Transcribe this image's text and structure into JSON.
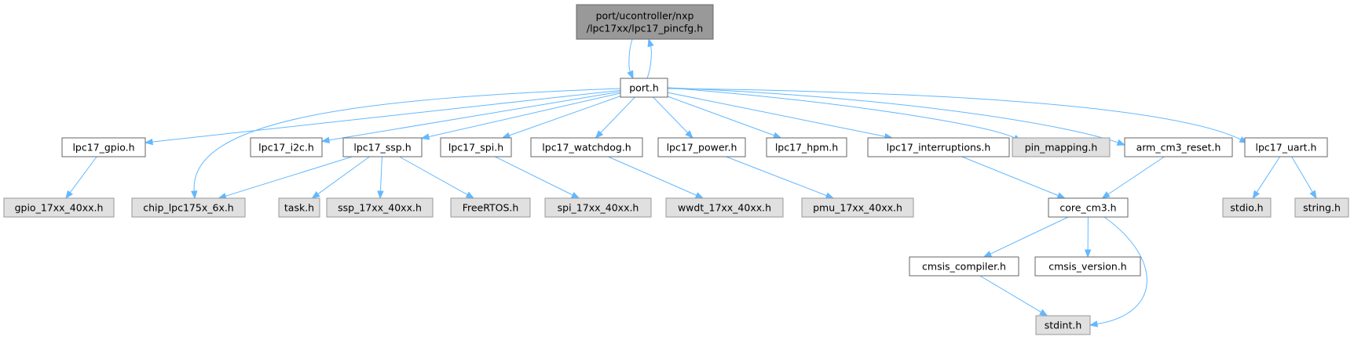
{
  "diagram": {
    "colors": {
      "focus_fill": "#999999",
      "focus_stroke": "#666666",
      "documented_fill": "#ffffff",
      "documented_stroke": "#666666",
      "external_fill": "#e0e0e0",
      "external_stroke": "#999999",
      "edge": "#63b8ff"
    },
    "nodes": [
      {
        "id": "pincfg",
        "lines": [
          "port/ucontroller/nxp",
          "/lpc17xx/lpc17_pincfg.h"
        ],
        "kind": "focus"
      },
      {
        "id": "port",
        "lines": [
          "port.h"
        ],
        "kind": "documented"
      },
      {
        "id": "gpio",
        "lines": [
          "lpc17_gpio.h"
        ],
        "kind": "documented"
      },
      {
        "id": "i2c",
        "lines": [
          "lpc17_i2c.h"
        ],
        "kind": "documented"
      },
      {
        "id": "ssp",
        "lines": [
          "lpc17_ssp.h"
        ],
        "kind": "documented"
      },
      {
        "id": "spi",
        "lines": [
          "lpc17_spi.h"
        ],
        "kind": "documented"
      },
      {
        "id": "watchdog",
        "lines": [
          "lpc17_watchdog.h"
        ],
        "kind": "documented"
      },
      {
        "id": "power",
        "lines": [
          "lpc17_power.h"
        ],
        "kind": "documented"
      },
      {
        "id": "hpm",
        "lines": [
          "lpc17_hpm.h"
        ],
        "kind": "documented"
      },
      {
        "id": "interruptions",
        "lines": [
          "lpc17_interruptions.h"
        ],
        "kind": "documented"
      },
      {
        "id": "pinmapping",
        "lines": [
          "pin_mapping.h"
        ],
        "kind": "external"
      },
      {
        "id": "armreset",
        "lines": [
          "arm_cm3_reset.h"
        ],
        "kind": "documented"
      },
      {
        "id": "uart",
        "lines": [
          "lpc17_uart.h"
        ],
        "kind": "documented"
      },
      {
        "id": "gpio17",
        "lines": [
          "gpio_17xx_40xx.h"
        ],
        "kind": "external"
      },
      {
        "id": "chip",
        "lines": [
          "chip_lpc175x_6x.h"
        ],
        "kind": "external"
      },
      {
        "id": "task",
        "lines": [
          "task.h"
        ],
        "kind": "external"
      },
      {
        "id": "ssp17",
        "lines": [
          "ssp_17xx_40xx.h"
        ],
        "kind": "external"
      },
      {
        "id": "freertos",
        "lines": [
          "FreeRTOS.h"
        ],
        "kind": "external"
      },
      {
        "id": "spi17",
        "lines": [
          "spi_17xx_40xx.h"
        ],
        "kind": "external"
      },
      {
        "id": "wwdt",
        "lines": [
          "wwdt_17xx_40xx.h"
        ],
        "kind": "external"
      },
      {
        "id": "pmu",
        "lines": [
          "pmu_17xx_40xx.h"
        ],
        "kind": "external"
      },
      {
        "id": "corecm3",
        "lines": [
          "core_cm3.h"
        ],
        "kind": "documented"
      },
      {
        "id": "stdio",
        "lines": [
          "stdio.h"
        ],
        "kind": "external"
      },
      {
        "id": "string",
        "lines": [
          "string.h"
        ],
        "kind": "external"
      },
      {
        "id": "cmsiscomp",
        "lines": [
          "cmsis_compiler.h"
        ],
        "kind": "documented"
      },
      {
        "id": "cmsisver",
        "lines": [
          "cmsis_version.h"
        ],
        "kind": "documented"
      },
      {
        "id": "stdint",
        "lines": [
          "stdint.h"
        ],
        "kind": "external"
      }
    ],
    "edges": [
      {
        "from": "pincfg",
        "to": "port"
      },
      {
        "from": "port",
        "to": "pincfg"
      },
      {
        "from": "port",
        "to": "gpio"
      },
      {
        "from": "port",
        "to": "chip"
      },
      {
        "from": "port",
        "to": "i2c"
      },
      {
        "from": "port",
        "to": "ssp"
      },
      {
        "from": "port",
        "to": "spi"
      },
      {
        "from": "port",
        "to": "watchdog"
      },
      {
        "from": "port",
        "to": "power"
      },
      {
        "from": "port",
        "to": "hpm"
      },
      {
        "from": "port",
        "to": "interruptions"
      },
      {
        "from": "port",
        "to": "pinmapping"
      },
      {
        "from": "port",
        "to": "armreset"
      },
      {
        "from": "port",
        "to": "uart"
      },
      {
        "from": "gpio",
        "to": "gpio17"
      },
      {
        "from": "ssp",
        "to": "chip"
      },
      {
        "from": "ssp",
        "to": "task"
      },
      {
        "from": "ssp",
        "to": "ssp17"
      },
      {
        "from": "ssp",
        "to": "freertos"
      },
      {
        "from": "spi",
        "to": "spi17"
      },
      {
        "from": "watchdog",
        "to": "wwdt"
      },
      {
        "from": "power",
        "to": "pmu"
      },
      {
        "from": "interruptions",
        "to": "corecm3"
      },
      {
        "from": "armreset",
        "to": "corecm3"
      },
      {
        "from": "uart",
        "to": "stdio"
      },
      {
        "from": "uart",
        "to": "string"
      },
      {
        "from": "corecm3",
        "to": "cmsiscomp"
      },
      {
        "from": "corecm3",
        "to": "cmsisver"
      },
      {
        "from": "corecm3",
        "to": "stdint"
      },
      {
        "from": "cmsiscomp",
        "to": "stdint"
      }
    ]
  }
}
